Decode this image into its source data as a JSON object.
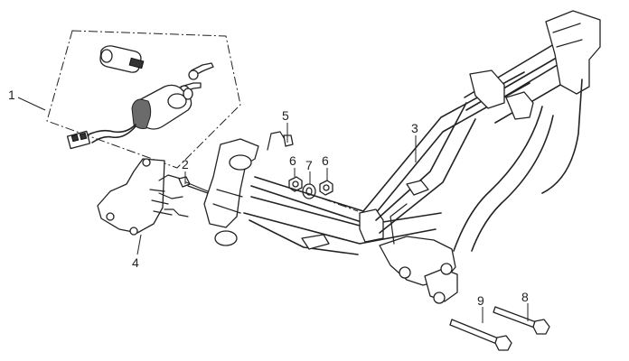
{
  "diagram": {
    "callouts": [
      {
        "id": "1",
        "label": "1"
      },
      {
        "id": "2",
        "label": "2"
      },
      {
        "id": "3",
        "label": "3"
      },
      {
        "id": "4",
        "label": "4"
      },
      {
        "id": "5",
        "label": "5"
      },
      {
        "id": "6a",
        "label": "6"
      },
      {
        "id": "7",
        "label": "7"
      },
      {
        "id": "6b",
        "label": "6"
      },
      {
        "id": "8",
        "label": "8"
      },
      {
        "id": "9",
        "label": "9"
      }
    ]
  }
}
